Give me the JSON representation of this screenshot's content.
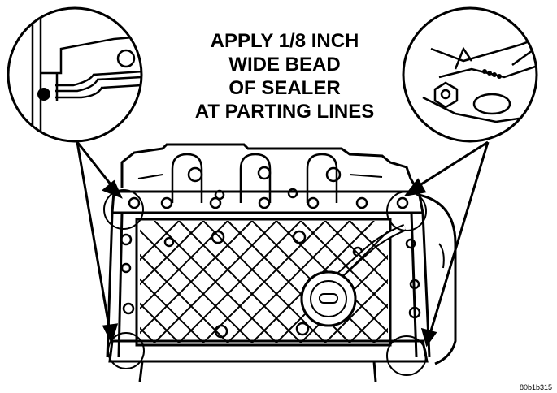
{
  "callout": {
    "lines": [
      "APPLY 1/8 INCH",
      "WIDE BEAD",
      "OF SEALER",
      "AT PARTING LINES"
    ]
  },
  "figure_id": "80b1b315"
}
